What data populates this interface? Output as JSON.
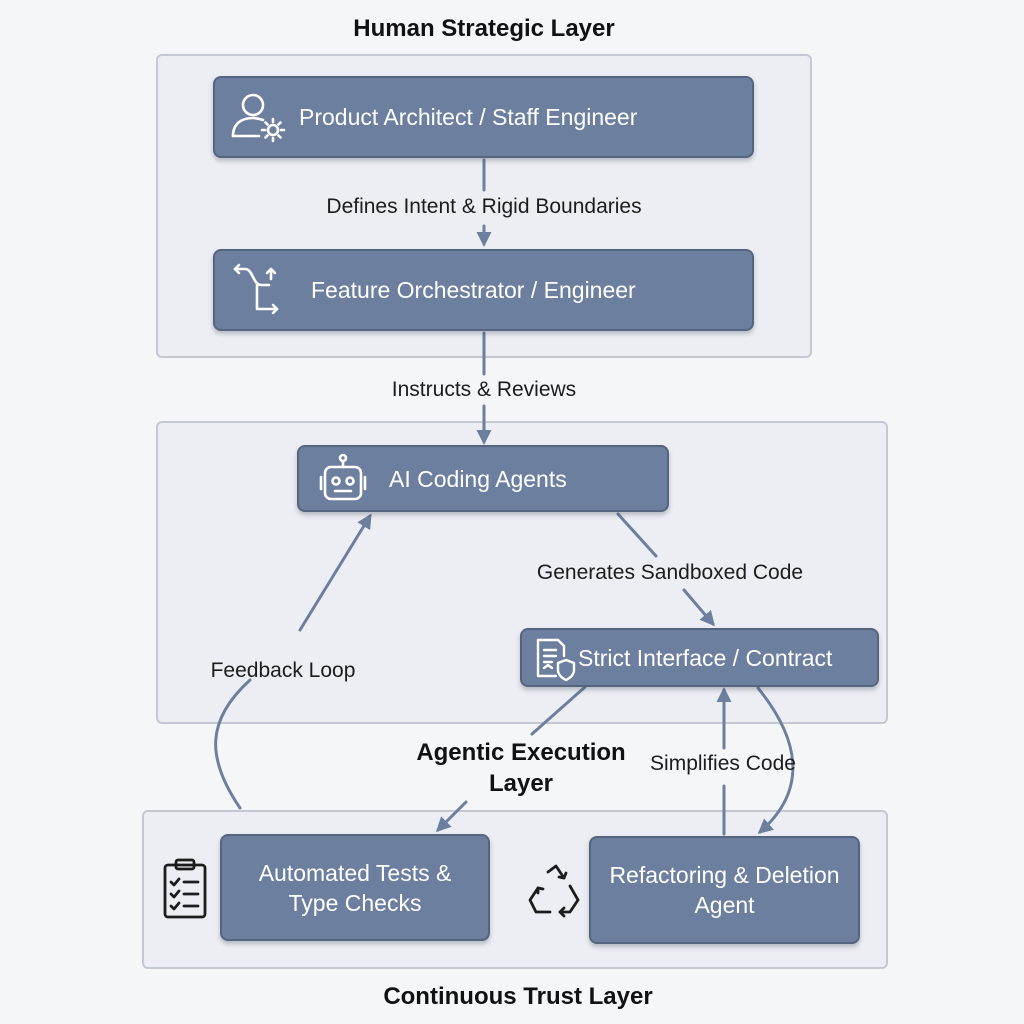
{
  "layers": {
    "human": {
      "title": "Human Strategic Layer"
    },
    "agentic": {
      "title": "Agentic Execution Layer"
    },
    "trust": {
      "title": "Continuous Trust Layer"
    }
  },
  "nodes": {
    "product_architect": {
      "label": "Product Architect / Staff Engineer",
      "icon": "user-gear-icon"
    },
    "feature_orchestrator": {
      "label": "Feature Orchestrator / Engineer",
      "icon": "branching-arrows-icon"
    },
    "ai_agents": {
      "label": "AI Coding Agents",
      "icon": "robot-icon"
    },
    "strict_interface": {
      "label": "Strict Interface / Contract",
      "icon": "document-shield-icon"
    },
    "automated_tests": {
      "label": "Automated Tests & Type Checks",
      "icon": "clipboard-checklist-icon"
    },
    "refactoring_agent": {
      "label": "Refactoring & Deletion Agent",
      "icon": "recycle-icon"
    }
  },
  "edges": {
    "defines": "Defines Intent & Rigid Boundaries",
    "instructs": "Instructs & Reviews",
    "generates": "Generates Sandboxed Code",
    "feedback": "Feedback Loop",
    "simplifies": "Simplifies Code"
  },
  "colors": {
    "node_fill": "#6d7f9f",
    "node_border": "#55657f",
    "layer_fill": "#eceef3",
    "layer_border": "#c3c8d3",
    "connector": "#6d7f9f"
  }
}
